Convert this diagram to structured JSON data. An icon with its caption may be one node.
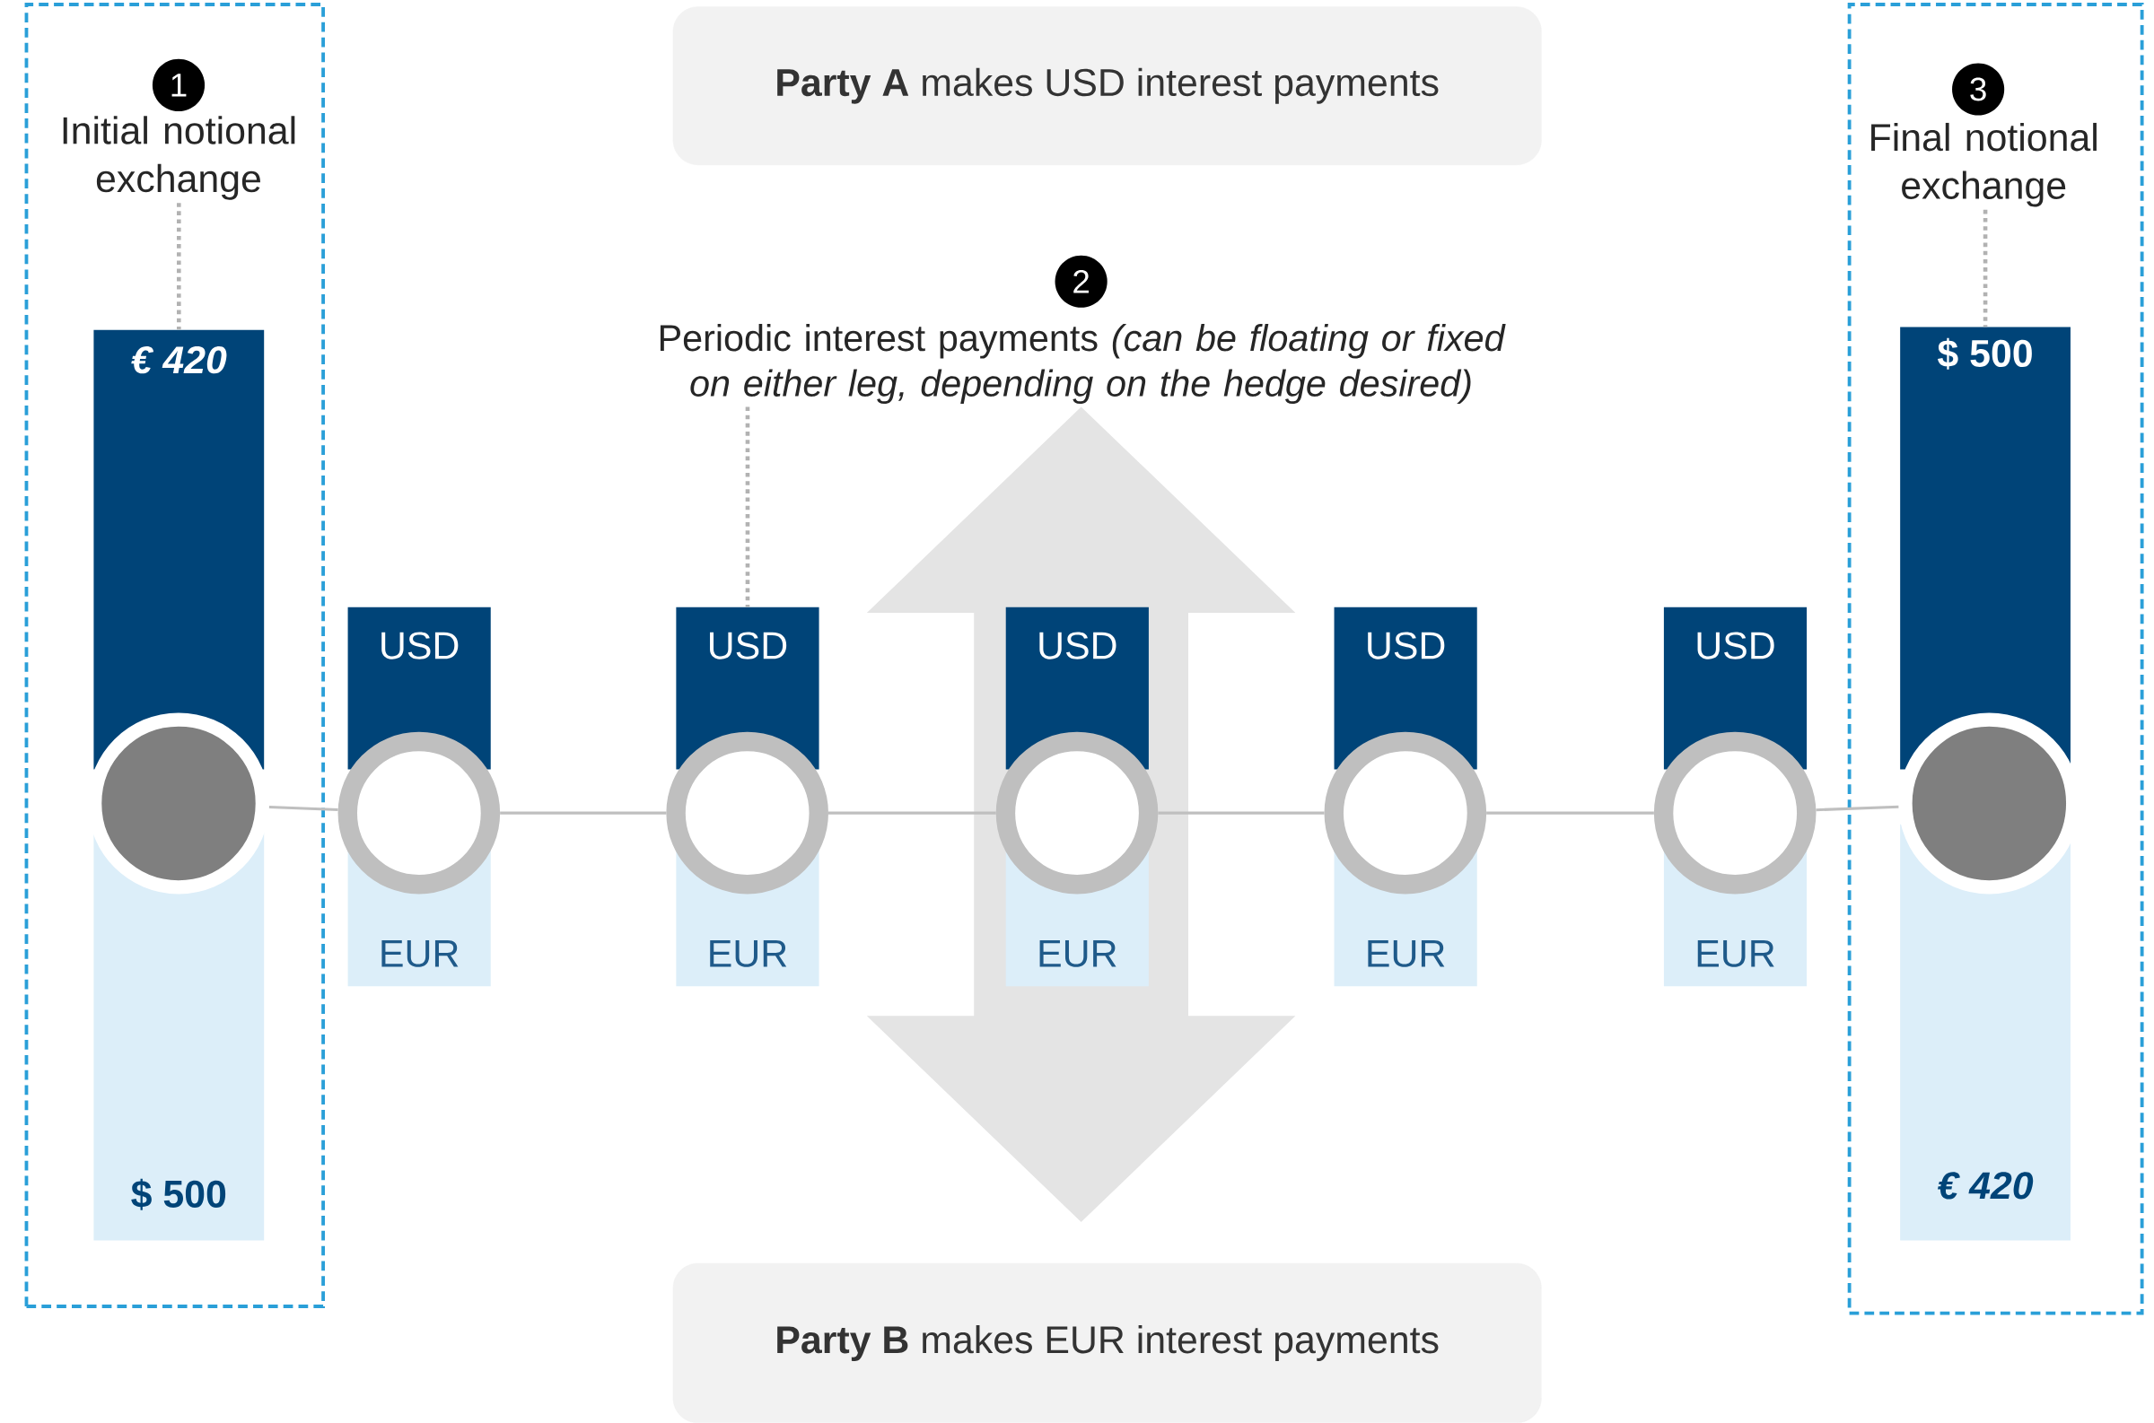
{
  "diagram": {
    "nodes": [
      {
        "text": [],
        "shape": "box"
      },
      {
        "text": [
          "1"
        ],
        "in": 0
      },
      {
        "text": [
          "Initial notional exchange"
        ],
        "in": 0
      },
      {
        "text": [
          "€ 420"
        ],
        "in": 0
      },
      {
        "text": [
          "$ 500"
        ],
        "in": 0
      },
      {
        "text": [],
        "shape": "circle",
        "in": 0
      },
      {
        "text": [
          "**Party A** makes USD interest payments"
        ]
      },
      {
        "text": [
          "2"
        ]
      },
      {
        "text": [
          "Periodic interest payments *(can be floating or fixed on either leg, depending on the hedge desired)*"
        ]
      },
      {
        "text": [
          "USD"
        ]
      },
      {
        "text": [
          "EUR"
        ]
      },
      {
        "text": [],
        "shape": "circle"
      },
      {
        "text": [
          "USD"
        ]
      },
      {
        "text": [
          "EUR"
        ]
      },
      {
        "text": [],
        "shape": "circle"
      },
      {
        "text": [
          "USD"
        ]
      },
      {
        "text": [
          "EUR"
        ]
      },
      {
        "text": [],
        "shape": "circle"
      },
      {
        "text": [
          "USD"
        ]
      },
      {
        "text": [
          "EUR"
        ]
      },
      {
        "text": [],
        "shape": "circle"
      },
      {
        "text": [
          "USD"
        ]
      },
      {
        "text": [
          "EUR"
        ]
      },
      {
        "text": [],
        "shape": "circle"
      },
      {
        "text": [],
        "shape": "box"
      },
      {
        "text": [
          "3"
        ],
        "in": 24
      },
      {
        "text": [
          "Final notional exchange"
        ],
        "in": 24
      },
      {
        "text": [
          "$ 500"
        ],
        "in": 24
      },
      {
        "text": [
          "€ 420"
        ],
        "in": 24
      },
      {
        "text": [],
        "shape": "circle",
        "in": 24
      },
      {
        "text": [
          "**Party B** makes EUR interest payments"
        ]
      }
    ],
    "edges": [
      {
        "from": 2,
        "to": 3,
        "arrow": "none",
        "style": "dashed"
      },
      {
        "from": 8,
        "to": 12,
        "arrow": "none",
        "style": "dashed"
      },
      {
        "from": 26,
        "to": 27,
        "arrow": "none",
        "style": "dashed"
      },
      {
        "from": 5,
        "to": 11,
        "arrow": "none"
      },
      {
        "from": 11,
        "to": 14,
        "arrow": "none"
      },
      {
        "from": 14,
        "to": 17,
        "arrow": "none"
      },
      {
        "from": 17,
        "to": 20,
        "arrow": "none"
      },
      {
        "from": 20,
        "to": 23,
        "arrow": "none"
      },
      {
        "from": 23,
        "to": 29,
        "arrow": "none"
      },
      {
        "from": 8,
        "to": 30,
        "arrow": "both",
        "style": "thick"
      }
    ]
  }
}
